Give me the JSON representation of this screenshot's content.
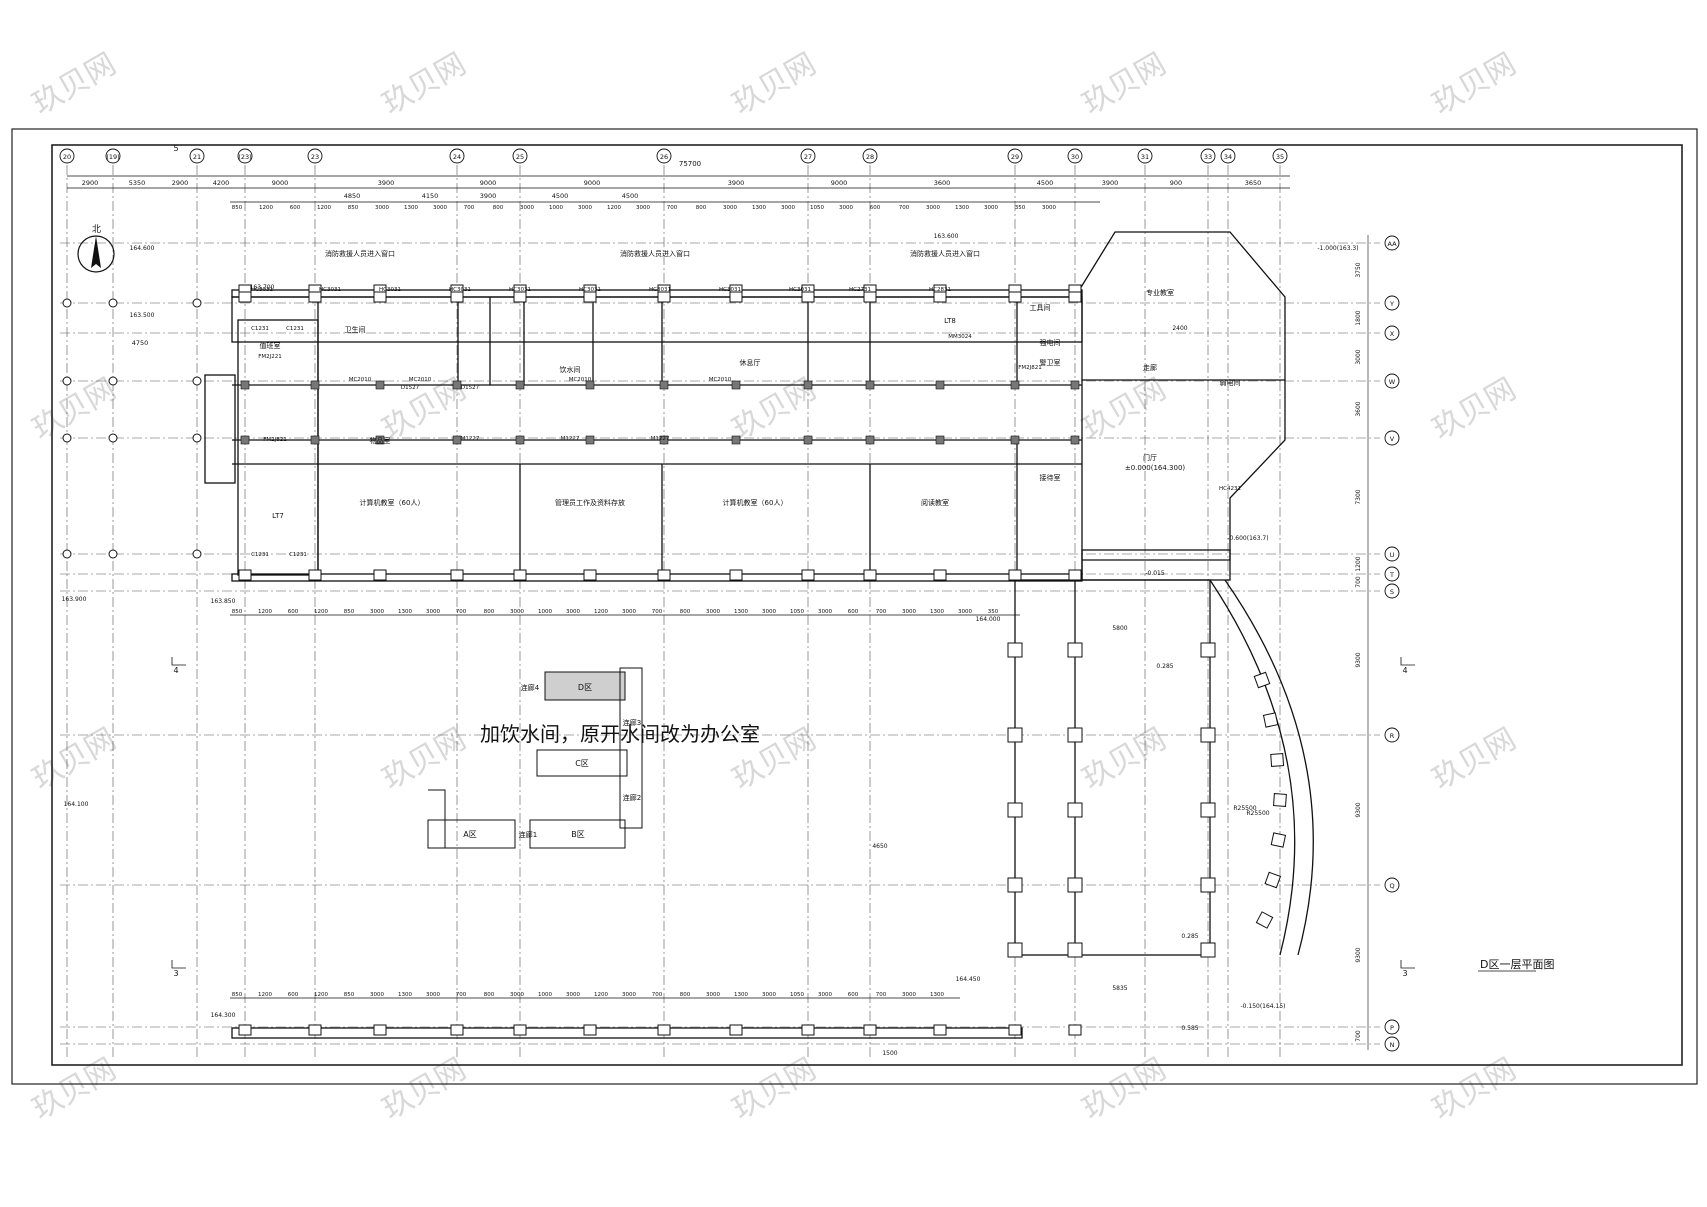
{
  "drawing": {
    "title": "D区一层平面图",
    "annotation": "加饮水间，原开水间改为办公室",
    "watermark": "玖贝网"
  },
  "grid_top": [
    "20",
    "(19)",
    "21",
    "(23)",
    "23",
    "24",
    "25",
    "26",
    "27",
    "28",
    "29",
    "30",
    "31",
    "33",
    "34",
    "35"
  ],
  "grid_top_extra": [
    "5",
    "(19)"
  ],
  "grid_right": [
    "AA",
    "Y",
    "X",
    "W",
    "V",
    "U",
    "T",
    "S",
    "R",
    "Q",
    "P",
    "N"
  ],
  "dims_top_total": "75700",
  "dims_top_row1": [
    "2900",
    "5350",
    "2900",
    "4200",
    "9000",
    "3900",
    "9000",
    "9000",
    "3900",
    "9000",
    "3600",
    "4500",
    "3900",
    "900",
    "3650"
  ],
  "dims_top_row2": [
    "4850",
    "4150",
    "3900",
    "4500",
    "4500"
  ],
  "dims_top_row3": [
    "850",
    "1200",
    "600",
    "1200",
    "850",
    "3000",
    "1300",
    "3000",
    "700",
    "800",
    "3000",
    "1000",
    "3000",
    "1200",
    "3000",
    "700",
    "800",
    "3000",
    "1300",
    "3000",
    "1050",
    "3000",
    "600",
    "700",
    "3000",
    "1300",
    "3000",
    "350",
    "3000"
  ],
  "dims_right": [
    "3750",
    "1800",
    "3000",
    "3600",
    "7300",
    "1200",
    "700",
    "9300",
    "9300",
    "9300",
    "700"
  ],
  "rooms": {
    "r_watch": "值班室",
    "r_stair7": "LT7",
    "r_stair8": "LT8",
    "r_computer1": "计算机教室（60人）",
    "r_mgmt": "管理员工作及资料存放",
    "r_computer2": "计算机教室（60人）",
    "r_reading": "阅读教室",
    "r_hall": "门厅",
    "r_hall_elev": "±0.000(164.300)",
    "r_rest": "休息厅",
    "r_guard": "警卫室",
    "r_music": "专业教室",
    "r_fire1": "消防救援人员进入窗口",
    "r_fire2": "消防救援人员进入窗口",
    "r_fire3": "消防救援人员进入窗口",
    "r_storage": "物品室",
    "r_tool": "工具间",
    "r_elec": "强电间",
    "r_weak": "弱电间",
    "r_toilet": "卫生间",
    "r_pump": "接待室",
    "r_corridor": "走廊",
    "r_tea": "饮水间"
  },
  "elevations": [
    "164.600",
    "163.700",
    "163.500",
    "163.900",
    "163.850",
    "164.100",
    "164.300",
    "164.000",
    "164.450",
    "163.600",
    "-1.000(163.3)",
    "-0.600(163.7)",
    "-0.015",
    "0.285",
    "0.285",
    "-0.150(164.15)",
    "0.585",
    "R25500"
  ],
  "door_labels": [
    "HC3031",
    "HC3031",
    "HC3031",
    "HC3031",
    "HC3031",
    "HC3031",
    "HC3031",
    "HC3031",
    "HC3031",
    "HC2731",
    "HC2831",
    "MC2010",
    "MC2010",
    "MC2010",
    "MC2010",
    "M1227",
    "M1227",
    "M1227",
    "FM2J221",
    "C1231",
    "C1231",
    "MM3024",
    "FM2J821",
    "FM2J821",
    "D1527",
    "D1527",
    "HC4231",
    "C1231",
    "C1231"
  ],
  "site_plan": {
    "a": "A区",
    "b": "B区",
    "c": "C区",
    "d": "D区",
    "link1": "连廊1",
    "link2": "连廊2",
    "link3": "连廊3",
    "link4": "连廊4"
  },
  "section_marks": [
    "4",
    "4",
    "3",
    "3",
    "5"
  ],
  "misc": {
    "r_c": "R25500",
    "d_4750": "4750",
    "d_4650": "4650",
    "d_5800": "5800",
    "d_5835": "5835",
    "d_2400": "2400",
    "d_1500": "1500"
  }
}
